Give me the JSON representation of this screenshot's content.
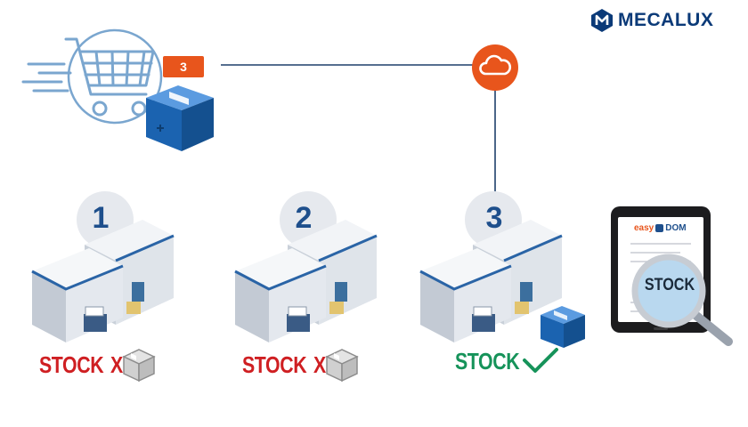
{
  "brand": {
    "name": "MECALUX",
    "color": "#0b3a78",
    "icon": "mecalux-logo-icon"
  },
  "cart": {
    "badge_count": "3",
    "icon": "shopping-cart-icon",
    "package_icon": "package-icon"
  },
  "cloud": {
    "icon": "cloud-icon",
    "color": "#e8551c"
  },
  "warehouses": [
    {
      "number": "1",
      "label": "STOCK",
      "status_mark": "X",
      "status": "unavailable",
      "label_color": "#cf1f22",
      "box_icon": "empty-box-icon"
    },
    {
      "number": "2",
      "label": "STOCK",
      "status_mark": "X",
      "status": "unavailable",
      "label_color": "#cf1f22",
      "box_icon": "empty-box-icon"
    },
    {
      "number": "3",
      "label": "STOCK",
      "status": "available",
      "label_color": "#16935a",
      "check_icon": "checkmark-icon",
      "box_icon": "blue-package-icon"
    }
  ],
  "tablet": {
    "app_name_left": "easy",
    "app_name_right": "DOM",
    "magnifier_text": "STOCK",
    "icon": "magnifier-icon"
  },
  "colors": {
    "line": "#1e3f6b",
    "accent_blue": "#1b63b0",
    "dark_blue": "#1e4f8c",
    "orange": "#e8551c",
    "red": "#cf1f22",
    "green": "#16935a"
  }
}
